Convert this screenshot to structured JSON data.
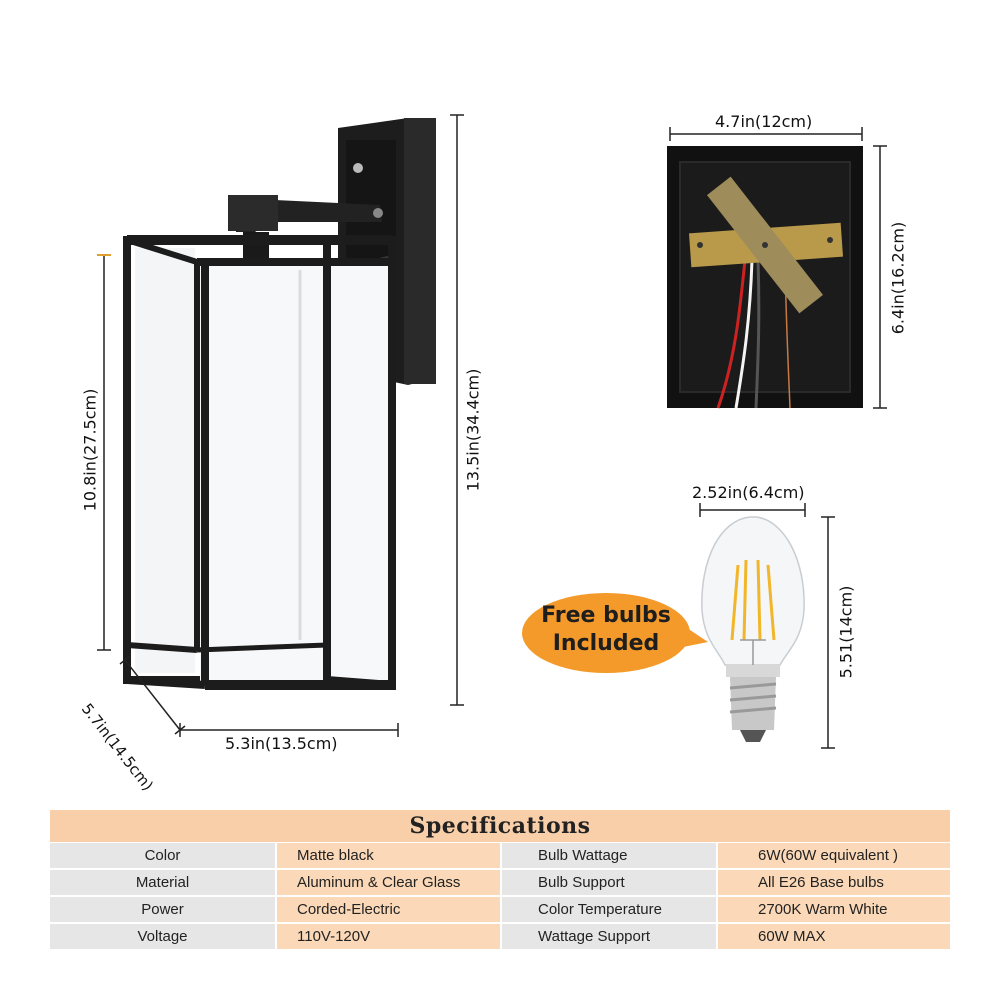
{
  "dimensions": {
    "lamp_height": "10.8in(27.5cm)",
    "total_height": "13.5in(34.4cm)",
    "depth": "5.7in(14.5cm)",
    "width": "5.3in(13.5cm)",
    "box_width": "4.7in(12cm)",
    "box_height": "6.4in(16.2cm)",
    "bulb_width": "2.52in(6.4cm)",
    "bulb_height": "5.51(14cm)"
  },
  "badge": {
    "line1": "Free bulbs",
    "line2": "Included",
    "color": "#f39a2a"
  },
  "specifications": {
    "title": "Specifications",
    "rows": [
      {
        "label": "Color",
        "value": "Matte black",
        "label2": "Bulb Wattage",
        "value2": "6W(60W equivalent )"
      },
      {
        "label": "Material",
        "value": "Aluminum & Clear Glass",
        "label2": "Bulb Support",
        "value2": "All E26 Base bulbs"
      },
      {
        "label": "Power",
        "value": "Corded-Electric",
        "label2": "Color Temperature",
        "value2": "2700K Warm White"
      },
      {
        "label": "Voltage",
        "value": "110V-120V",
        "label2": "Wattage Support",
        "value2": "60W MAX"
      }
    ]
  },
  "colors": {
    "header_bg": "#f9cfa9",
    "value_bg": "#fbd9b8",
    "label_bg": "#e6e6e6",
    "fixture": "#1c1c1c"
  }
}
